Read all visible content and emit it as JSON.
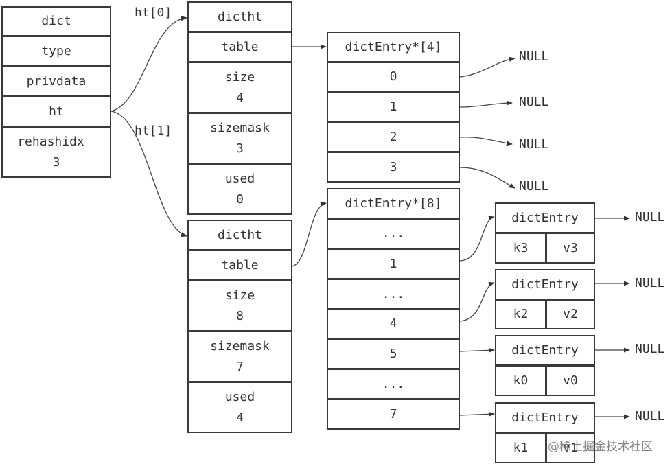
{
  "dict": {
    "fields": [
      "dict",
      "type",
      "privdata",
      "ht"
    ],
    "rehashidx_label": "rehashidx",
    "rehashidx_value": "3"
  },
  "links": {
    "ht0": "ht[0]",
    "ht1": "ht[1]"
  },
  "ht0": {
    "header": "dictht",
    "table": "table",
    "size_label": "size",
    "size_value": "4",
    "sizemask_label": "sizemask",
    "sizemask_value": "3",
    "used_label": "used",
    "used_value": "0"
  },
  "ht1": {
    "header": "dictht",
    "table": "table",
    "size_label": "size",
    "size_value": "8",
    "sizemask_label": "sizemask",
    "sizemask_value": "7",
    "used_label": "used",
    "used_value": "4"
  },
  "array4": {
    "header": "dictEntry*[4]",
    "slots": [
      "0",
      "1",
      "2",
      "3"
    ]
  },
  "array8": {
    "header": "dictEntry*[8]",
    "slots": [
      "...",
      "1",
      "...",
      "4",
      "5",
      "...",
      "7"
    ]
  },
  "null_label": "NULL",
  "entries": [
    {
      "header": "dictEntry",
      "key": "k3",
      "value": "v3"
    },
    {
      "header": "dictEntry",
      "key": "k2",
      "value": "v2"
    },
    {
      "header": "dictEntry",
      "key": "k0",
      "value": "v0"
    },
    {
      "header": "dictEntry",
      "key": "k1",
      "value": "v1"
    }
  ],
  "watermark": "@稀土掘金技术社区"
}
